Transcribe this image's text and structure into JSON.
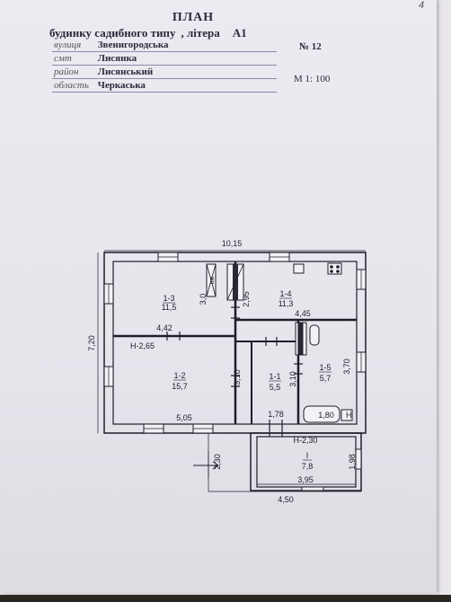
{
  "header": {
    "corner_mark": "4",
    "title": "ПЛАН",
    "subtitle": "будинку садибного типу",
    "litera_label": ", літера",
    "litera_code": "А1",
    "number": "№ 12",
    "scale": "М 1: 100"
  },
  "address": [
    {
      "label": "вулиця",
      "value": "Звенигородська"
    },
    {
      "label": "смт",
      "value": "Лисянка"
    },
    {
      "label": "район",
      "value": "Лисянський"
    },
    {
      "label": "область",
      "value": "Черкаська"
    }
  ],
  "plan": {
    "rooms": [
      {
        "id": "1-3",
        "area": "11,5"
      },
      {
        "id": "1-4",
        "area": "11,3"
      },
      {
        "id": "1-2",
        "area": "15,7"
      },
      {
        "id": "1-1",
        "area": "5,5"
      },
      {
        "id": "1-5",
        "area": "5,7"
      },
      {
        "id": "I",
        "area": "7,8"
      }
    ],
    "dimensions": {
      "total_width": "10,15",
      "total_height": "7,20",
      "d_4_42": "4,42",
      "d_4_45": "4,45",
      "d_5_05": "5,05",
      "d_1_78": "1,78",
      "d_1_80": "1,80",
      "d_3_0": "3,0",
      "d_2_95": "2,95",
      "d_3_10a": "3,10",
      "d_3_10b": "3,10",
      "d_3_70": "3,70",
      "d_2_30": "2,30",
      "d_1_98": "1,98",
      "d_3_95": "3,95",
      "d_4_50": "4,50"
    },
    "heights": {
      "main": "Н-2,65",
      "veranda": "Н-2,30"
    },
    "labels": {
      "vent": "вж",
      "heater": "Н",
      "heater2": "Н"
    }
  }
}
